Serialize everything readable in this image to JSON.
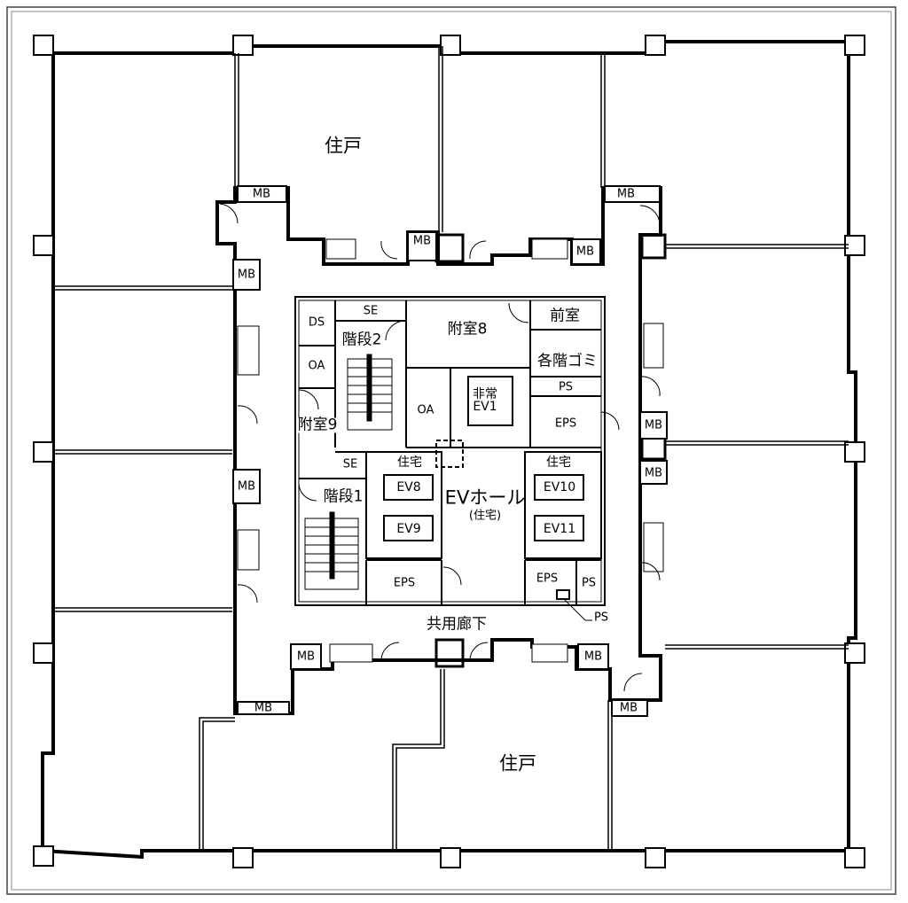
{
  "plan": {
    "units": [
      "住戸",
      "住戸"
    ],
    "corridor": "共用廊下",
    "ev_hall": {
      "name": "EVホール",
      "sub": "(住宅)"
    },
    "rooms": {
      "annex8": "附室8",
      "annex9": "附室9",
      "front_room": "前室",
      "garbage": "各階ゴミ",
      "stair1": "階段1",
      "stair2": "階段2",
      "emergency_ev": "非常\nEV1",
      "ds": "DS",
      "oa": "OA",
      "se": "SE",
      "ps": "PS",
      "eps": "EPS",
      "residence": "住宅",
      "mb": "MB"
    },
    "elevators": [
      "EV8",
      "EV9",
      "EV10",
      "EV11"
    ]
  }
}
